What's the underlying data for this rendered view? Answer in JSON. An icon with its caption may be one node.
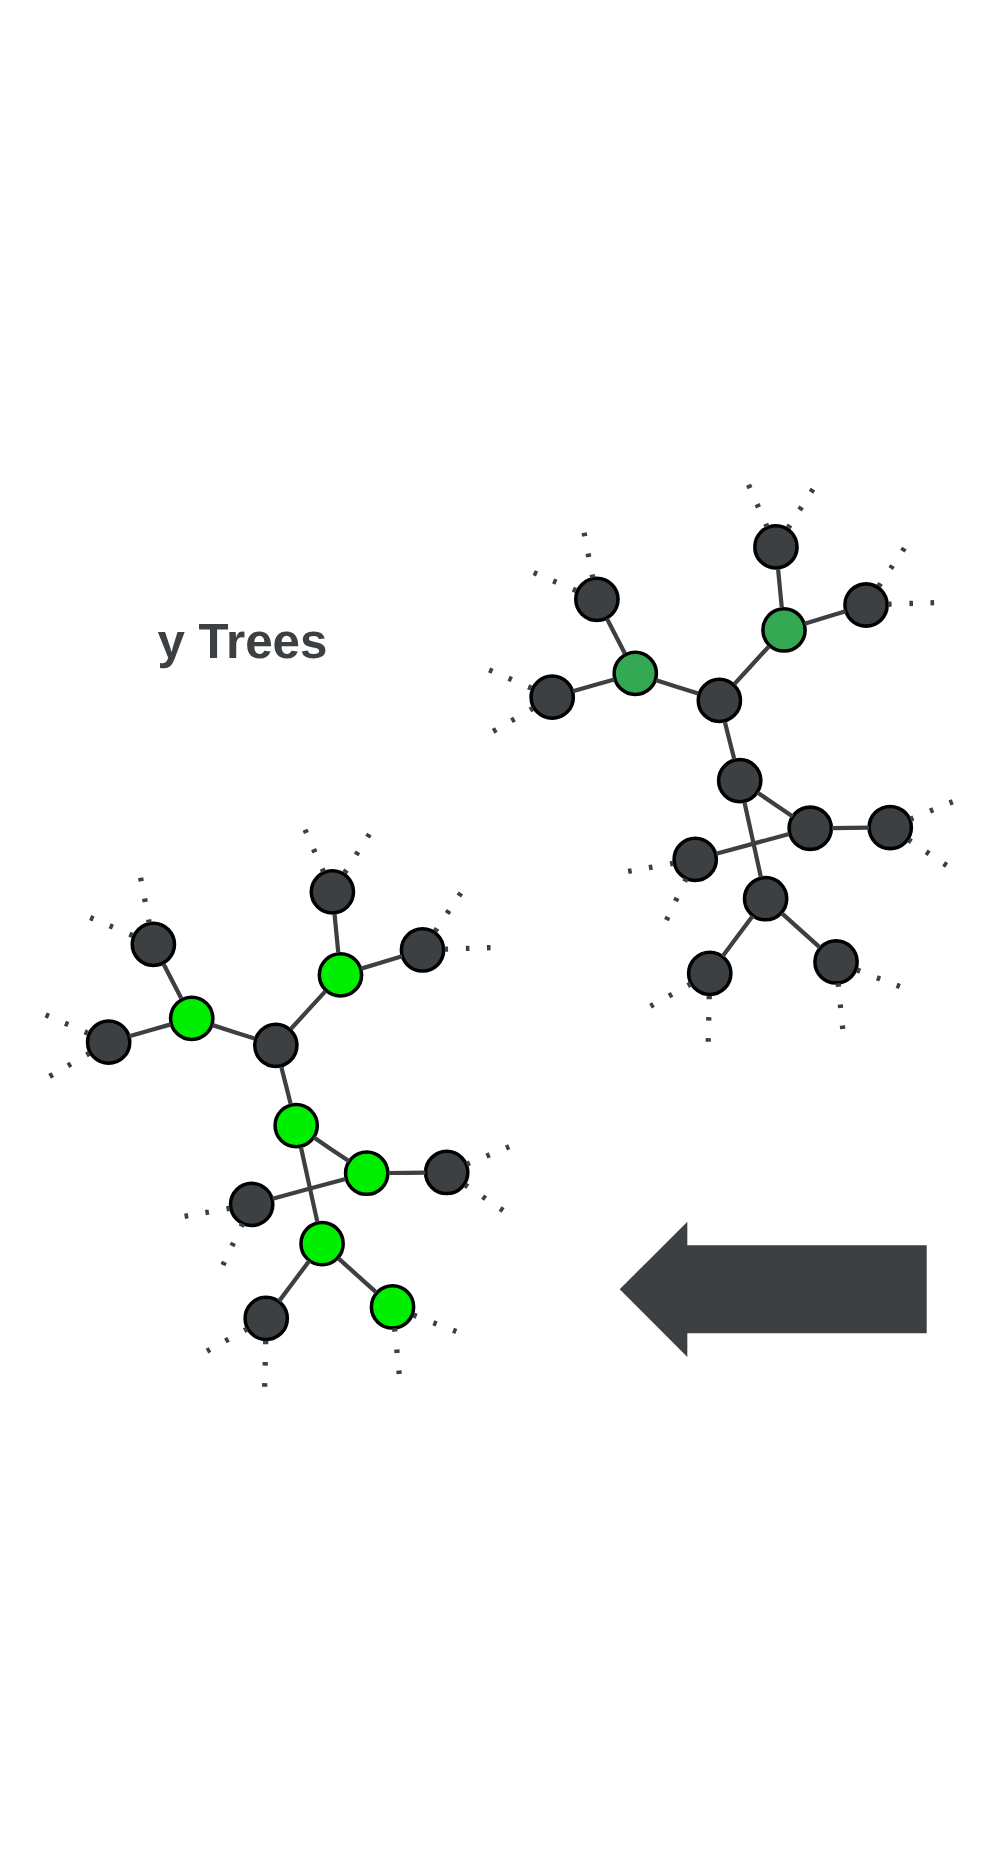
{
  "diagram": {
    "nodes": [
      {
        "text": [],
        "shape": "circle"
      },
      {
        "text": [],
        "shape": "circle"
      },
      {
        "text": [],
        "shape": "circle"
      },
      {
        "text": [],
        "shape": "circle"
      },
      {
        "text": [],
        "shape": "circle"
      },
      {
        "text": [],
        "shape": "circle"
      },
      {
        "text": [],
        "shape": "circle"
      },
      {
        "text": [],
        "shape": "circle"
      },
      {
        "text": [],
        "shape": "circle"
      },
      {
        "text": [],
        "shape": "circle"
      },
      {
        "text": [],
        "shape": "circle"
      },
      {
        "text": [],
        "shape": "circle"
      },
      {
        "text": [],
        "shape": "circle"
      },
      {
        "text": [],
        "shape": "circle"
      },
      {
        "text": [],
        "shape": "arrow"
      },
      {
        "text": [],
        "shape": "circle"
      },
      {
        "text": [],
        "shape": "circle"
      },
      {
        "text": [],
        "shape": "circle"
      },
      {
        "text": [],
        "shape": "circle"
      },
      {
        "text": [],
        "shape": "circle"
      },
      {
        "text": [],
        "shape": "circle"
      },
      {
        "text": [],
        "shape": "circle"
      },
      {
        "text": [],
        "shape": "circle"
      },
      {
        "text": [],
        "shape": "circle"
      },
      {
        "text": [],
        "shape": "circle"
      },
      {
        "text": [],
        "shape": "circle"
      },
      {
        "text": [],
        "shape": "circle"
      },
      {
        "text": [],
        "shape": "circle"
      },
      {
        "text": [],
        "shape": "circle"
      }
    ],
    "edges": [
      {
        "from": 6,
        "to": 7,
        "arrow": "none"
      },
      {
        "from": 6,
        "to": 3,
        "arrow": "none"
      },
      {
        "from": 6,
        "to": 9,
        "arrow": "none"
      },
      {
        "from": 3,
        "to": 0,
        "arrow": "none"
      },
      {
        "from": 3,
        "to": 2,
        "arrow": "none"
      },
      {
        "from": 9,
        "to": 8,
        "arrow": "none"
      },
      {
        "from": 9,
        "to": 12,
        "arrow": "none"
      },
      {
        "from": 7,
        "to": 4,
        "arrow": "none"
      },
      {
        "from": 7,
        "to": 10,
        "arrow": "none"
      },
      {
        "from": 4,
        "to": 1,
        "arrow": "none"
      },
      {
        "from": 4,
        "to": 5,
        "arrow": "none"
      },
      {
        "from": 10,
        "to": 11,
        "arrow": "none"
      },
      {
        "from": 10,
        "to": 13,
        "arrow": "none"
      },
      {
        "from": 0,
        "to": null,
        "arrow": "none",
        "style": "dashed"
      },
      {
        "from": 0,
        "to": null,
        "arrow": "none",
        "style": "dashed"
      },
      {
        "from": 1,
        "to": null,
        "arrow": "none",
        "style": "dashed"
      },
      {
        "from": 1,
        "to": null,
        "arrow": "none",
        "style": "dashed"
      },
      {
        "from": 2,
        "to": null,
        "arrow": "none",
        "style": "dashed"
      },
      {
        "from": 2,
        "to": null,
        "arrow": "none",
        "style": "dashed"
      },
      {
        "from": 5,
        "to": null,
        "arrow": "none",
        "style": "dashed"
      },
      {
        "from": 5,
        "to": null,
        "arrow": "none",
        "style": "dashed"
      },
      {
        "from": 8,
        "to": null,
        "arrow": "none",
        "style": "dashed"
      },
      {
        "from": 8,
        "to": null,
        "arrow": "none",
        "style": "dashed"
      },
      {
        "from": 11,
        "to": null,
        "arrow": "none",
        "style": "dashed"
      },
      {
        "from": 11,
        "to": null,
        "arrow": "none",
        "style": "dashed"
      },
      {
        "from": 12,
        "to": null,
        "arrow": "none",
        "style": "dashed"
      },
      {
        "from": 12,
        "to": null,
        "arrow": "none",
        "style": "dashed"
      },
      {
        "from": 13,
        "to": null,
        "arrow": "none",
        "style": "dashed"
      },
      {
        "from": 13,
        "to": null,
        "arrow": "none",
        "style": "dashed"
      },
      {
        "from": 21,
        "to": 22,
        "arrow": "none"
      },
      {
        "from": 21,
        "to": 18,
        "arrow": "none"
      },
      {
        "from": 21,
        "to": 24,
        "arrow": "none"
      },
      {
        "from": 18,
        "to": 15,
        "arrow": "none"
      },
      {
        "from": 18,
        "to": 17,
        "arrow": "none"
      },
      {
        "from": 24,
        "to": 23,
        "arrow": "none"
      },
      {
        "from": 24,
        "to": 27,
        "arrow": "none"
      },
      {
        "from": 22,
        "to": 19,
        "arrow": "none"
      },
      {
        "from": 22,
        "to": 25,
        "arrow": "none"
      },
      {
        "from": 19,
        "to": 16,
        "arrow": "none"
      },
      {
        "from": 19,
        "to": 20,
        "arrow": "none"
      },
      {
        "from": 25,
        "to": 26,
        "arrow": "none"
      },
      {
        "from": 25,
        "to": 28,
        "arrow": "none"
      },
      {
        "from": 15,
        "to": null,
        "arrow": "none",
        "style": "dashed"
      },
      {
        "from": 15,
        "to": null,
        "arrow": "none",
        "style": "dashed"
      },
      {
        "from": 16,
        "to": null,
        "arrow": "none",
        "style": "dashed"
      },
      {
        "from": 16,
        "to": null,
        "arrow": "none",
        "style": "dashed"
      },
      {
        "from": 17,
        "to": null,
        "arrow": "none",
        "style": "dashed"
      },
      {
        "from": 17,
        "to": null,
        "arrow": "none",
        "style": "dashed"
      },
      {
        "from": 20,
        "to": null,
        "arrow": "none",
        "style": "dashed"
      },
      {
        "from": 20,
        "to": null,
        "arrow": "none",
        "style": "dashed"
      },
      {
        "from": 23,
        "to": null,
        "arrow": "none",
        "style": "dashed"
      },
      {
        "from": 23,
        "to": null,
        "arrow": "none",
        "style": "dashed"
      },
      {
        "from": 26,
        "to": null,
        "arrow": "none",
        "style": "dashed"
      },
      {
        "from": 26,
        "to": null,
        "arrow": "none",
        "style": "dashed"
      },
      {
        "from": 27,
        "to": null,
        "arrow": "none",
        "style": "dashed"
      },
      {
        "from": 27,
        "to": null,
        "arrow": "none",
        "style": "dashed"
      },
      {
        "from": 28,
        "to": null,
        "arrow": "none",
        "style": "dashed"
      },
      {
        "from": 28,
        "to": null,
        "arrow": "none",
        "style": "dashed"
      }
    ],
    "labels": [
      "y Trees"
    ]
  }
}
